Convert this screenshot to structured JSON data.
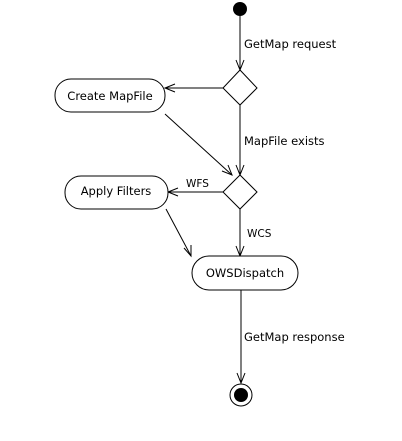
{
  "diagram": {
    "nodes": {
      "create_mapfile": "Create MapFile",
      "apply_filters": "Apply Filters",
      "ows_dispatch": "OWSDispatch"
    },
    "edges": {
      "getmap_request": "GetMap request",
      "mapfile_exists": "MapFile exists",
      "wfs": "WFS",
      "wcs": "WCS",
      "getmap_response": "GetMap response"
    }
  }
}
